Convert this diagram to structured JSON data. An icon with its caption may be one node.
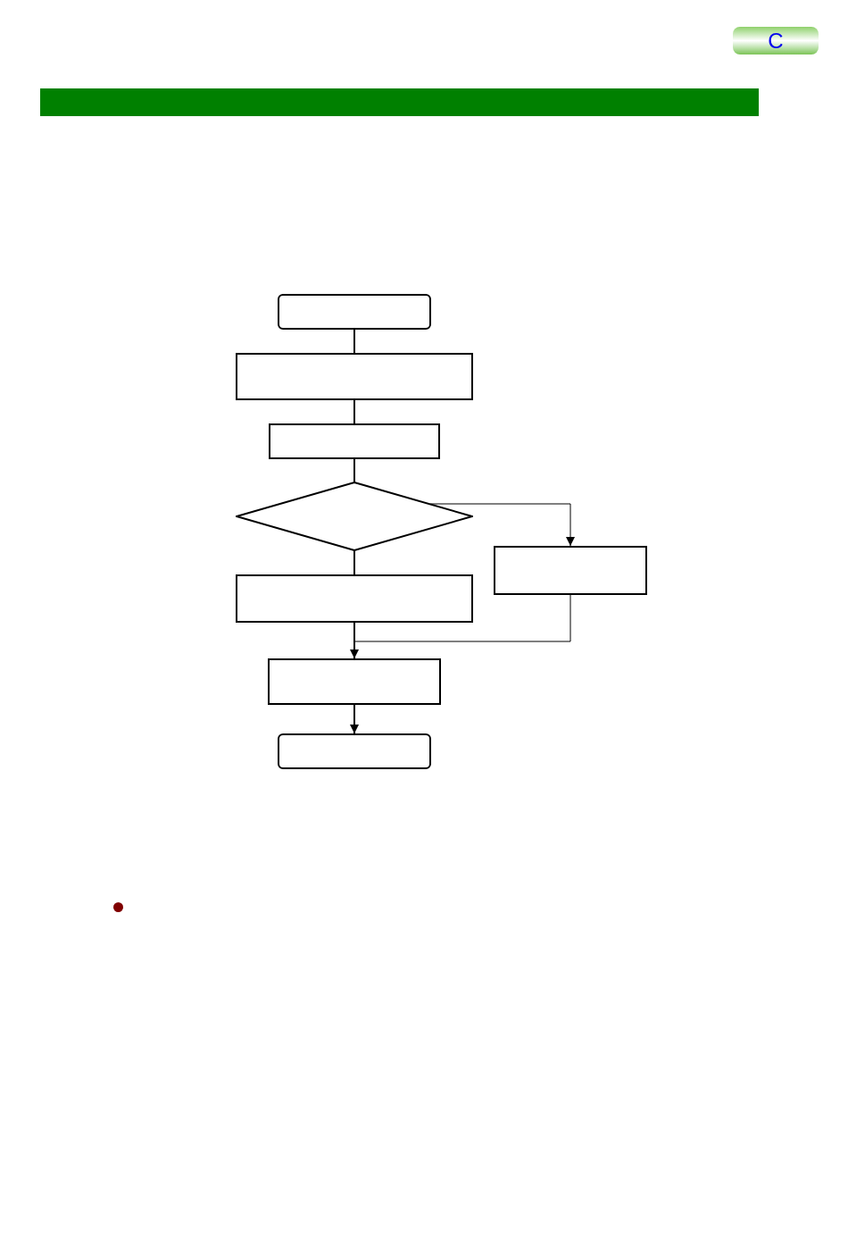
{
  "diagram": {
    "nodes": [
      {
        "text": [],
        "shape": "box"
      },
      {
        "text": [],
        "shape": "box"
      },
      {
        "text": [],
        "shape": "box"
      },
      {
        "text": [],
        "shape": "diamond"
      },
      {
        "text": [],
        "shape": "box"
      },
      {
        "text": [],
        "shape": "box"
      },
      {
        "text": [],
        "shape": "box"
      },
      {
        "text": [],
        "shape": "box"
      }
    ],
    "edges": [
      {
        "from": 0,
        "to": 1,
        "arrow": "none"
      },
      {
        "from": 1,
        "to": 2,
        "arrow": "none"
      },
      {
        "from": 2,
        "to": 3,
        "arrow": "none"
      },
      {
        "from": 3,
        "to": 4,
        "arrow": "none"
      },
      {
        "from": 3,
        "to": 5,
        "arrow": "to"
      },
      {
        "from": 4,
        "to": 6,
        "arrow": "none"
      },
      {
        "from": 5,
        "to": 6,
        "arrow": "to"
      },
      {
        "from": 6,
        "to": 7,
        "arrow": "to"
      }
    ],
    "labels": [
      "C"
    ]
  }
}
